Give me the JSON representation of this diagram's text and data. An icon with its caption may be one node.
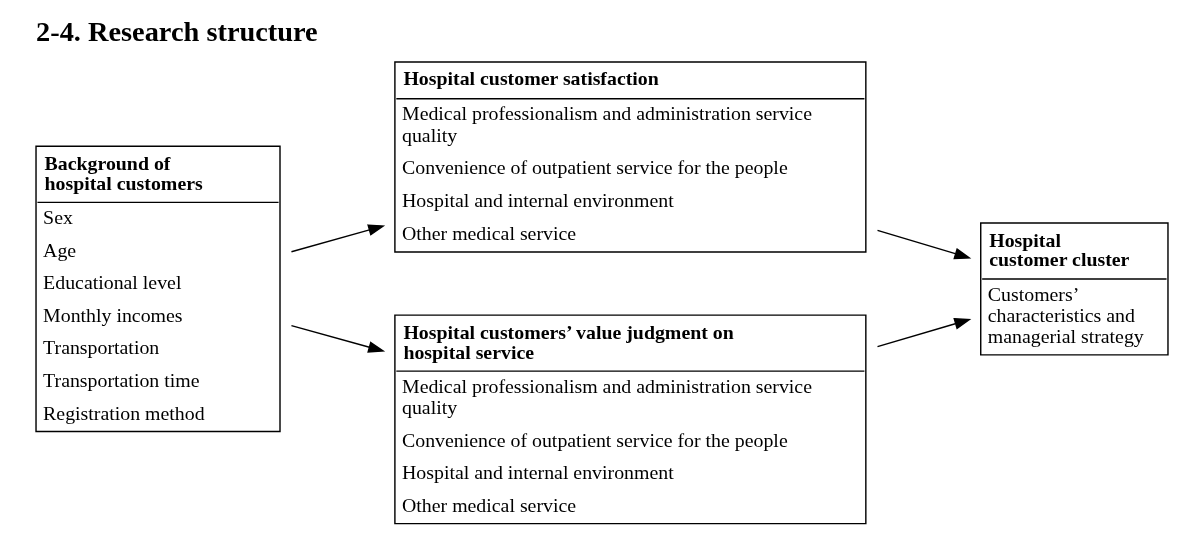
{
  "diagram": {
    "title": "2-4. Research structure",
    "nodes": [
      {
        "text": [
          "Background of hospital customers",
          "Sex",
          "Age",
          "Educational level",
          "Monthly incomes",
          "Transportation",
          "Transportation time",
          "Registration method"
        ]
      },
      {
        "text": [
          "Hospital customer satisfaction",
          "Medical professionalism and administration service quality",
          "Convenience of outpatient service for the people",
          "Hospital and internal environment",
          "Other medical service"
        ]
      },
      {
        "text": [
          "Hospital customers’ value judgment on hospital service",
          "Medical professionalism and administration service quality",
          "Convenience of outpatient service for the people",
          "Hospital and internal environment",
          "Other medical service"
        ]
      },
      {
        "text": [
          "Hospital customer cluster",
          "Customers’ characteristics and managerial strategy"
        ]
      }
    ],
    "edges": [
      {
        "from": 0,
        "to": 1,
        "arrow": "to"
      },
      {
        "from": 0,
        "to": 2,
        "arrow": "to"
      },
      {
        "from": 1,
        "to": 3,
        "arrow": "to"
      },
      {
        "from": 2,
        "to": 3,
        "arrow": "to"
      }
    ]
  }
}
